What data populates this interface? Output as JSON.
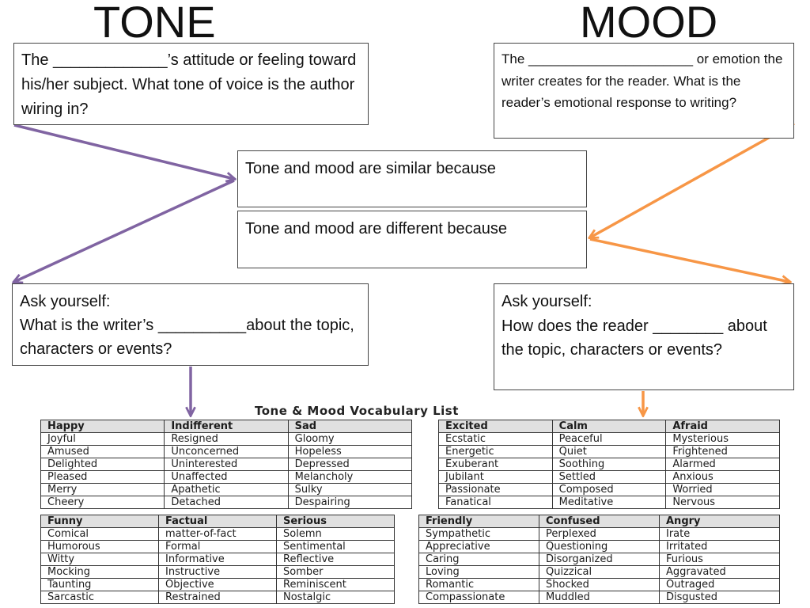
{
  "titles": {
    "tone": "TONE",
    "mood": "MOOD"
  },
  "boxes": {
    "tone_definition": "The _____________’s attitude or feeling toward his/her subject.  What tone of voice is the author wiring in?",
    "mood_definition": "The ______________________ or emotion the  writer creates for the reader.  What is the reader’s emotional response to writing?",
    "similar": "Tone and mood are similar because",
    "different": "Tone and mood are different  because",
    "tone_ask": "Ask yourself:\nWhat is the writer’s __________about the topic, characters or events?",
    "mood_ask": "Ask yourself:\nHow does the reader ________ about the topic, characters or events?"
  },
  "arrow_colors": {
    "tone": "#8064a2",
    "mood": "#f79646"
  },
  "vocabulary": {
    "title": "Tone & Mood Vocabulary List",
    "tables": [
      {
        "headers": [
          "Happy",
          "Indifferent",
          "Sad"
        ],
        "rows": [
          [
            "Joyful",
            "Resigned",
            "Gloomy"
          ],
          [
            "Amused",
            "Unconcerned",
            "Hopeless"
          ],
          [
            "Delighted",
            "Uninterested",
            "Depressed"
          ],
          [
            "Pleased",
            "Unaffected",
            "Melancholy"
          ],
          [
            "Merry",
            "Apathetic",
            "Sulky"
          ],
          [
            "Cheery",
            "Detached",
            "Despairing"
          ]
        ]
      },
      {
        "headers": [
          "Excited",
          "Calm",
          "Afraid"
        ],
        "rows": [
          [
            "Ecstatic",
            "Peaceful",
            "Mysterious"
          ],
          [
            "Energetic",
            "Quiet",
            "Frightened"
          ],
          [
            "Exuberant",
            "Soothing",
            "Alarmed"
          ],
          [
            "Jubilant",
            "Settled",
            "Anxious"
          ],
          [
            "Passionate",
            "Composed",
            "Worried"
          ],
          [
            "Fanatical",
            "Meditative",
            "Nervous"
          ]
        ]
      },
      {
        "headers": [
          "Funny",
          "Factual",
          "Serious"
        ],
        "rows": [
          [
            "Comical",
            "matter-of-fact",
            "Solemn"
          ],
          [
            "Humorous",
            "Formal",
            "Sentimental"
          ],
          [
            "Witty",
            "Informative",
            "Reflective"
          ],
          [
            "Mocking",
            "Instructive",
            "Somber"
          ],
          [
            "Taunting",
            "Objective",
            "Reminiscent"
          ],
          [
            "Sarcastic",
            "Restrained",
            "Nostalgic"
          ]
        ]
      },
      {
        "headers": [
          "Friendly",
          "Confused",
          "Angry"
        ],
        "rows": [
          [
            "Sympathetic",
            "Perplexed",
            "Irate"
          ],
          [
            "Appreciative",
            "Questioning",
            "Irritated"
          ],
          [
            "Caring",
            "Disorganized",
            "Furious"
          ],
          [
            "Loving",
            "Quizzical",
            "Aggravated"
          ],
          [
            "Romantic",
            "Shocked",
            "Outraged"
          ],
          [
            "Compassionate",
            "Muddled",
            "Disgusted"
          ]
        ]
      }
    ]
  }
}
